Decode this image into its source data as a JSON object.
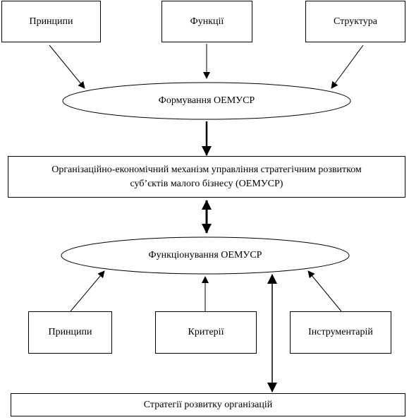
{
  "top_inputs": {
    "principles": "Принципи",
    "functions": "Функції",
    "structure": "Структура"
  },
  "formation": "Формування ОЕМУСР",
  "mechanism": {
    "line1": "Організаційно-економічний механізм управління стратегічним розвитком",
    "line2": "суб’єктів малого бізнесу (ОЕМУСР)"
  },
  "functioning": "Функціонування ОЕМУСР",
  "bottom_inputs": {
    "principles": "Принципи",
    "criteria": "Критерії",
    "tools": "Інструментарій"
  },
  "strategies": "Стратегії розвитку організацій",
  "colors": {
    "line": "#000000",
    "background": "#ffffff"
  }
}
